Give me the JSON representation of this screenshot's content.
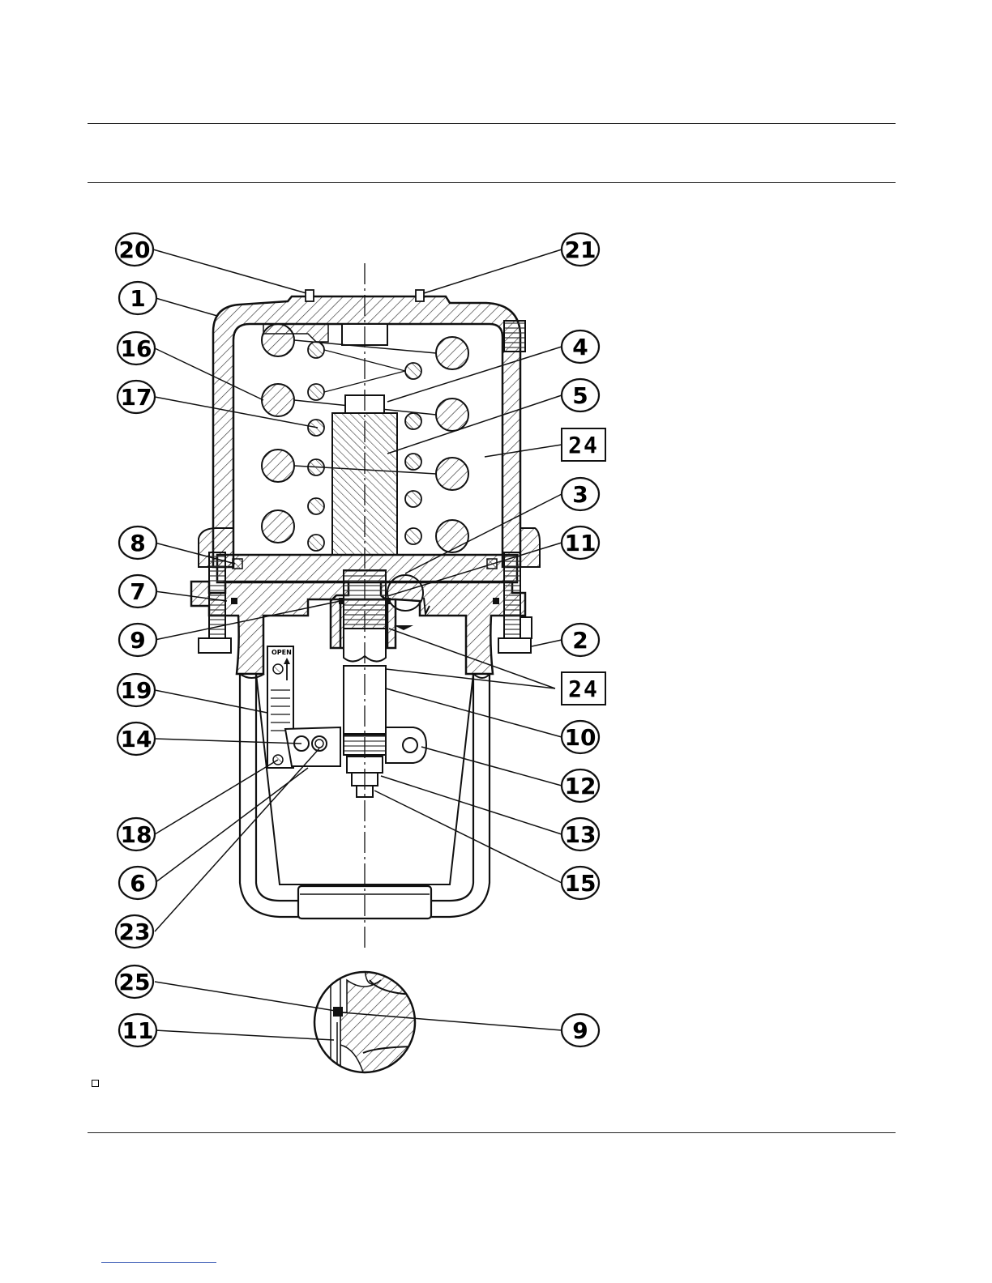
{
  "colors": {
    "line": "#111111",
    "hatch": "#333333",
    "link": "#3b5bb5"
  },
  "diagram": {
    "indicator_text": "OPEN",
    "callouts": [
      {
        "id": "20",
        "style": "circle"
      },
      {
        "id": "21",
        "style": "circle"
      },
      {
        "id": "1",
        "style": "circle"
      },
      {
        "id": "16",
        "style": "circle"
      },
      {
        "id": "4",
        "style": "circle"
      },
      {
        "id": "17",
        "style": "circle"
      },
      {
        "id": "5",
        "style": "circle"
      },
      {
        "id": "24",
        "style": "box"
      },
      {
        "id": "3",
        "style": "circle"
      },
      {
        "id": "8",
        "style": "circle"
      },
      {
        "id": "11",
        "style": "circle"
      },
      {
        "id": "7",
        "style": "circle"
      },
      {
        "id": "9",
        "style": "circle"
      },
      {
        "id": "2",
        "style": "circle"
      },
      {
        "id": "19",
        "style": "circle"
      },
      {
        "id": "24",
        "style": "box"
      },
      {
        "id": "14",
        "style": "circle"
      },
      {
        "id": "10",
        "style": "circle"
      },
      {
        "id": "12",
        "style": "circle"
      },
      {
        "id": "18",
        "style": "circle"
      },
      {
        "id": "13",
        "style": "circle"
      },
      {
        "id": "6",
        "style": "circle"
      },
      {
        "id": "15",
        "style": "circle"
      },
      {
        "id": "23",
        "style": "circle"
      },
      {
        "id": "25",
        "style": "circle"
      },
      {
        "id": "9",
        "style": "circle"
      },
      {
        "id": "11",
        "style": "circle"
      }
    ]
  }
}
